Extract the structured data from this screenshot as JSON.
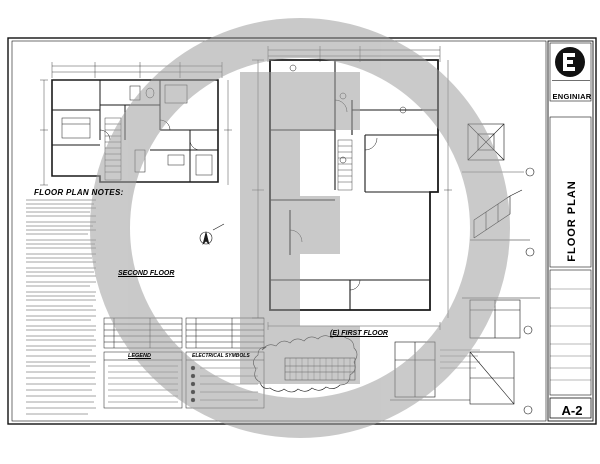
{
  "sheet": {
    "brand_name": "ENGINIAR",
    "sheet_title": "FLOOR PLAN",
    "sheet_number": "A-2",
    "watermark_letter": "E"
  },
  "labels": {
    "notes_title": "FLOOR PLAN NOTES:",
    "second_floor": "SECOND FLOOR",
    "first_floor": "(E) FIRST FLOOR",
    "legend": "LEGEND",
    "electrical_symbols": "ELECTRICAL SYMBOLS"
  },
  "colors": {
    "line": "#1a1a1a",
    "watermark": "#9e9e9e",
    "paper": "#ffffff"
  }
}
